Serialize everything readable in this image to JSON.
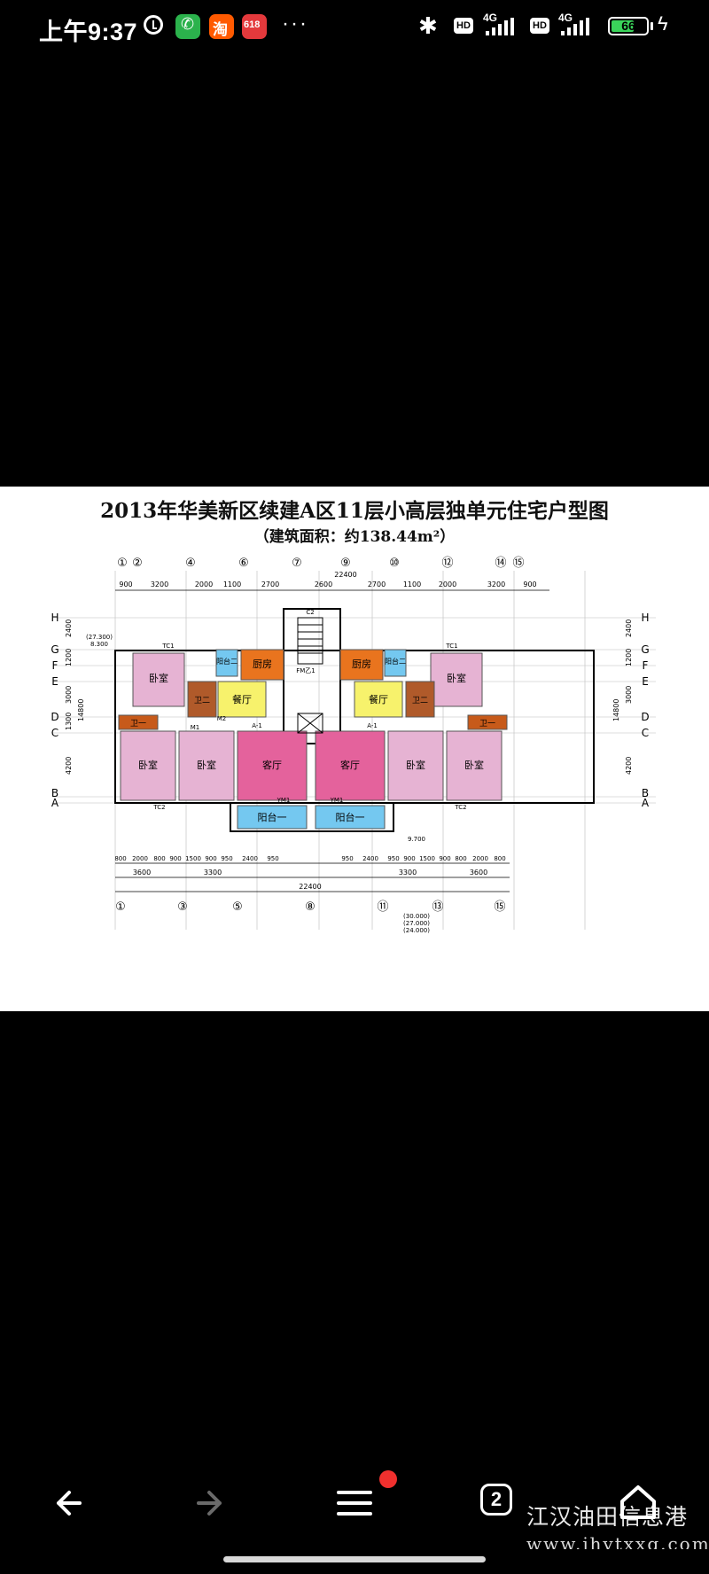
{
  "status_bar": {
    "time": "上午9:37",
    "icons": [
      "alarm-icon",
      "phone-app-icon",
      "taobao-app-icon",
      "jd-618-app-icon",
      "more-dots-icon"
    ],
    "more": "···",
    "network_1": "4G",
    "network_2": "4G",
    "hd_label": "HD",
    "battery_level": "66",
    "battery_fraction": 0.66,
    "bluetooth": "✱",
    "charging": "ϟ"
  },
  "image": {
    "title": "2013年华美新区续建A区11层小高层独单元住宅户型图",
    "subtitle": "（建筑面积：约138.44m²）",
    "rooms": {
      "bedroom": "卧室",
      "living_room": "客厅",
      "dining_room": "餐厅",
      "kitchen": "厨房",
      "bath_1": "卫一",
      "bath_2": "卫二",
      "balcony_1": "阳台一",
      "balcony_2": "阳台二"
    },
    "axis_numbers": [
      "①",
      "②",
      "④",
      "⑥",
      "⑦",
      "⑨",
      "⑩",
      "⑫",
      "⑭",
      "⑮"
    ],
    "axis_numbers_bottom": [
      "①",
      "③",
      "⑤",
      "⑧",
      "⑪",
      "⑬",
      "⑮"
    ],
    "axis_letters": [
      "H",
      "G",
      "F",
      "E",
      "D",
      "C",
      "B",
      "A"
    ],
    "dims_top": [
      "900",
      "3200",
      "2000",
      "1100",
      "2700",
      "2600",
      "2700",
      "1100",
      "2000",
      "3200",
      "900"
    ],
    "dims_top_total": "22400",
    "dims_bottom_1": [
      "800",
      "2000",
      "800",
      "900",
      "1500",
      "900",
      "950",
      "2400",
      "950",
      "950",
      "2400",
      "950",
      "900",
      "1500",
      "900",
      "800",
      "2000",
      "800"
    ],
    "dims_bottom_2": [
      "3600",
      "3300",
      "3300",
      "3600"
    ],
    "dims_bottom_total": "22400",
    "dims_left": [
      "2400",
      "1200",
      "3000",
      "1300",
      "4200"
    ],
    "dims_left_total": "14800",
    "elevations": [
      "(27.300)",
      "8.300",
      "9.700",
      "(30.000)",
      "(27.000)",
      "(24.000)"
    ],
    "labels": [
      "C2",
      "TC1",
      "TC2",
      "M1",
      "M2",
      "A-1",
      "YM1",
      "FM乙1"
    ]
  },
  "nav": {
    "tab_count": "2",
    "watermark": "江汉油田信息港",
    "watermark_url": "www.jhytxxg.com"
  },
  "colors": {
    "bedroom": "#e6b3d3",
    "living": "#e4629c",
    "dining": "#f7f26c",
    "kitchen": "#e9741e",
    "bath_1": "#c75a1a",
    "bath_2": "#b05a2a",
    "balcony": "#74c8f0",
    "nav_dot": "#f0302e",
    "battery": "#3ad45a"
  }
}
